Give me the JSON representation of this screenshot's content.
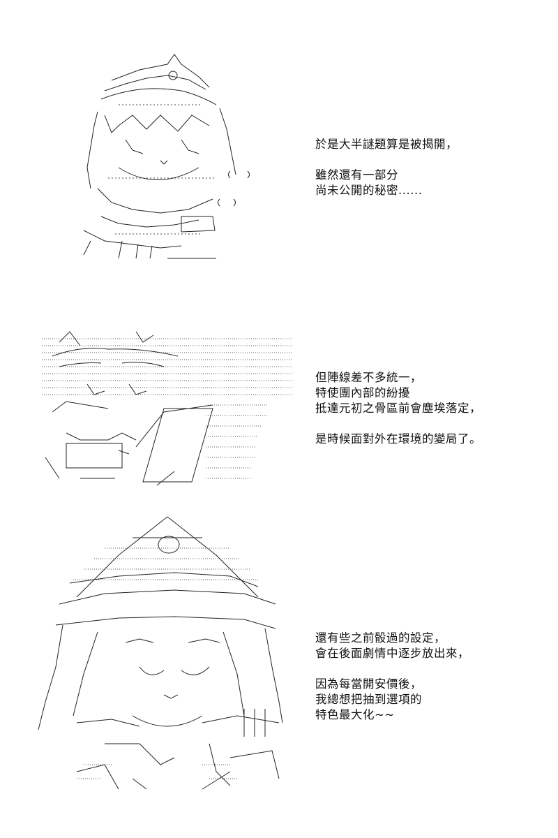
{
  "panels": [
    {
      "art": "shrine-maiden-girl-ascii-art",
      "caption_lines": [
        "於是大半謎題算是被揭開，",
        "",
        "雖然還有一部分",
        "尚未公開的秘密......"
      ]
    },
    {
      "art": "cat-girl-with-scroll-ascii-art",
      "caption_lines": [
        "但陣線差不多統一，",
        "特使團內部的紛擾",
        "抵達元初之骨區前會塵埃落定，",
        "",
        "是時候面對外在環境的變局了。"
      ]
    },
    {
      "art": "caped-girl-with-hat-ascii-art",
      "caption_lines": [
        "還有些之前骰過的設定，",
        "會在後面劇情中逐步放出來，",
        "",
        "因為每當開安價後，",
        "我總想把抽到選項的",
        "特色最大化~~"
      ]
    }
  ],
  "colors": {
    "background": "#ffffff",
    "ink": "#111111",
    "art_ink": "#222222"
  }
}
